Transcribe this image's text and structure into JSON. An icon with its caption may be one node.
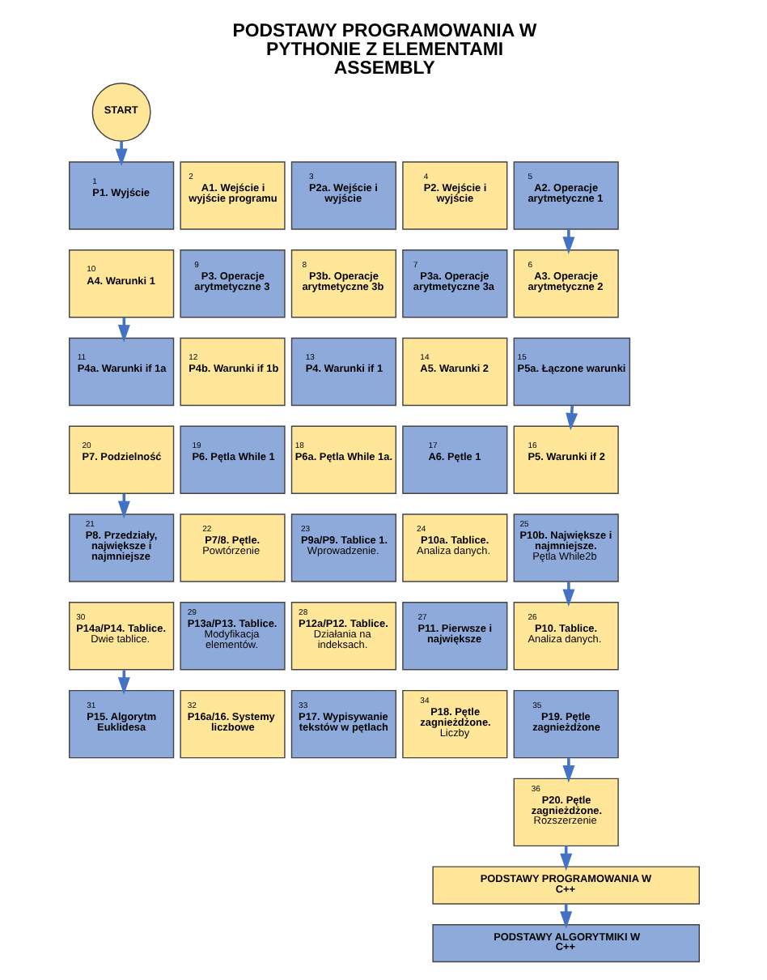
{
  "diagram": {
    "title": "PODSTAWY PROGRAMOWANIA W PYTHONIE Z ELEMENTAMI ASSEMBLY",
    "nodes": [
      {
        "text": [
          "START"
        ]
      },
      {
        "text": [
          "1",
          "P1. Wyjście"
        ]
      },
      {
        "text": [
          "2",
          "A1. Wejście i wyjście programu"
        ]
      },
      {
        "text": [
          "3",
          "P2a. Wejście i wyjście"
        ]
      },
      {
        "text": [
          "4",
          "P2. Wejście i wyjście"
        ]
      },
      {
        "text": [
          "5",
          "A2. Operacje arytmetyczne 1"
        ]
      },
      {
        "text": [
          "6",
          "A3. Operacje arytmetyczne 2"
        ]
      },
      {
        "text": [
          "7",
          "P3a. Operacje arytmetyczne 3a"
        ]
      },
      {
        "text": [
          "8",
          "P3b. Operacje arytmetyczne 3b"
        ]
      },
      {
        "text": [
          "9",
          "P3. Operacje arytmetyczne 3"
        ]
      },
      {
        "text": [
          "10",
          "A4. Warunki 1"
        ]
      },
      {
        "text": [
          "11",
          "P4a. Warunki if 1a"
        ]
      },
      {
        "text": [
          "12",
          "P4b. Warunki if 1b"
        ]
      },
      {
        "text": [
          "13",
          "P4. Warunki if 1"
        ]
      },
      {
        "text": [
          "14",
          "A5. Warunki 2"
        ]
      },
      {
        "text": [
          "15",
          "P5a. Łączone warunki"
        ]
      },
      {
        "text": [
          "16",
          "P5. Warunki if 2"
        ]
      },
      {
        "text": [
          "17",
          "A6. Pętle 1"
        ]
      },
      {
        "text": [
          "18",
          "P6a. Pętla While 1a."
        ]
      },
      {
        "text": [
          "19",
          "P6. Pętla While 1"
        ]
      },
      {
        "text": [
          "20",
          "P7. Podzielność"
        ]
      },
      {
        "text": [
          "21",
          "P8. Przedziały, największe i najmniejsze"
        ]
      },
      {
        "text": [
          "22",
          "P7/8. Pętle.",
          "Powtórzenie"
        ]
      },
      {
        "text": [
          "23",
          "P9a/P9. Tablice 1.",
          "Wprowadzenie."
        ]
      },
      {
        "text": [
          "24",
          "P10a. Tablice.",
          "Analiza danych."
        ]
      },
      {
        "text": [
          "25",
          "P10b. Największe i najmniejsze.",
          "Pętla While2b"
        ]
      },
      {
        "text": [
          "26",
          "P10. Tablice.",
          "Analiza danych."
        ]
      },
      {
        "text": [
          "27",
          "P11. Pierwsze i największe"
        ]
      },
      {
        "text": [
          "28",
          "P12a/P12. Tablice.",
          "Działania na indeksach."
        ]
      },
      {
        "text": [
          "29",
          "P13a/P13. Tablice.",
          "Modyfikacja elementów."
        ]
      },
      {
        "text": [
          "30",
          "P14a/P14. Tablice.",
          "Dwie tablice."
        ]
      },
      {
        "text": [
          "31",
          "P15. Algorytm Euklidesa"
        ]
      },
      {
        "text": [
          "32",
          "P16a/16. Systemy liczbowe"
        ]
      },
      {
        "text": [
          "33",
          "P17. Wypisywanie tekstów w pętlach"
        ]
      },
      {
        "text": [
          "34",
          "P18. Pętle zagnieżdżone.",
          "Liczby"
        ]
      },
      {
        "text": [
          "35",
          "P19. Pętle zagnieżdżone"
        ]
      },
      {
        "text": [
          "36",
          "P20. Pętle zagnieżdżone.",
          "Rozszerzenie"
        ]
      },
      {
        "text": [
          "PODSTAWY PROGRAMOWANIA W C++"
        ]
      },
      {
        "text": [
          "PODSTAWY ALGORYTMIKI W C++"
        ]
      }
    ],
    "edges": [
      {
        "from": 0,
        "to": 1,
        "arrow": "to"
      },
      {
        "from": 5,
        "to": 6,
        "arrow": "to"
      },
      {
        "from": 10,
        "to": 11,
        "arrow": "to"
      },
      {
        "from": 15,
        "to": 16,
        "arrow": "to"
      },
      {
        "from": 20,
        "to": 21,
        "arrow": "to"
      },
      {
        "from": 25,
        "to": 26,
        "arrow": "to"
      },
      {
        "from": 30,
        "to": 31,
        "arrow": "to"
      },
      {
        "from": 35,
        "to": 36,
        "arrow": "to"
      },
      {
        "from": 36,
        "to": 37,
        "arrow": "to"
      },
      {
        "from": 37,
        "to": 38,
        "arrow": "to"
      }
    ]
  }
}
